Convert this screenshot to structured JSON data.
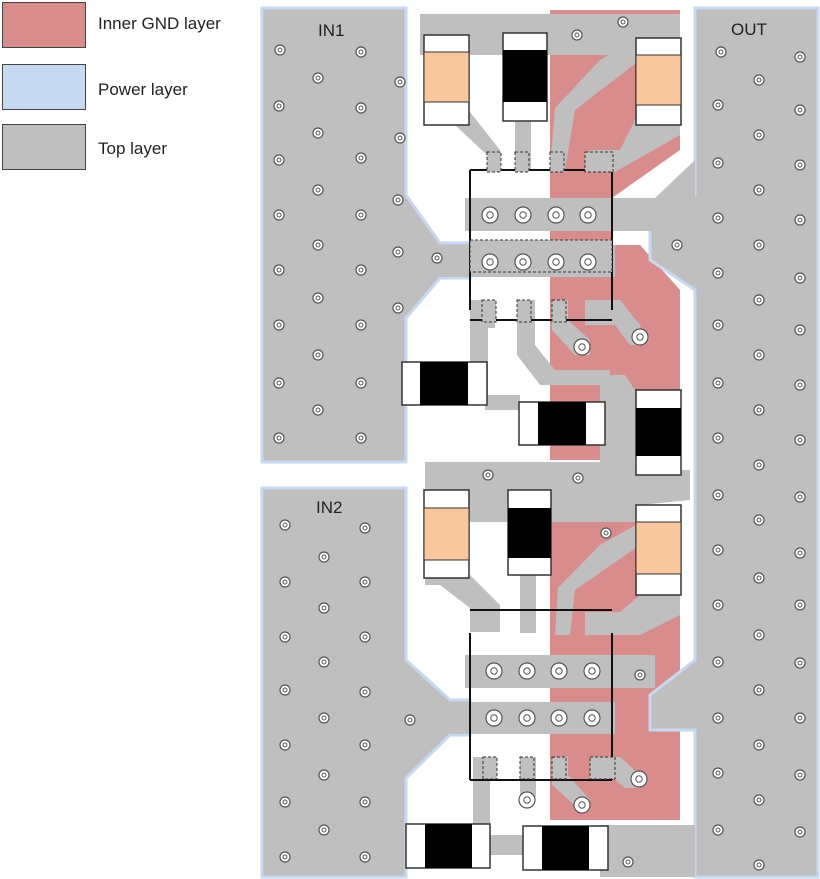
{
  "legend": {
    "items": [
      {
        "label": "Inner GND layer",
        "color": "#d98c8c"
      },
      {
        "label": "Power layer",
        "color": "#c6d9f1"
      },
      {
        "label": "Top layer",
        "color": "#bfbfbf"
      }
    ]
  },
  "regions": {
    "in1": "IN1",
    "in2": "IN2",
    "out": "OUT"
  },
  "colors": {
    "gnd": "#d98c8c",
    "power_border": "#c6d9f1",
    "top": "#bfbfbf",
    "component_body": "#000000",
    "capacitor_body": "#f8c89c",
    "via_ring": "#555555"
  }
}
